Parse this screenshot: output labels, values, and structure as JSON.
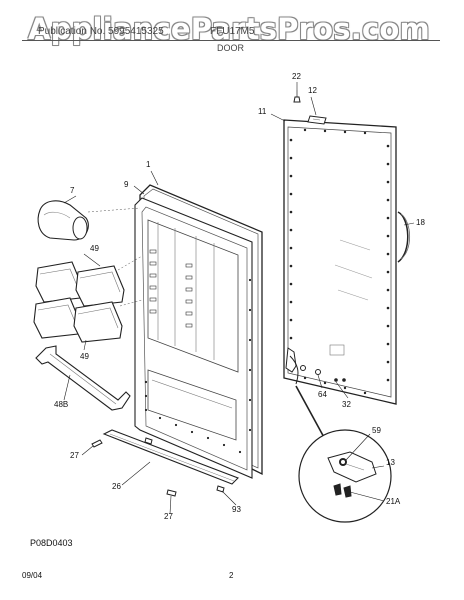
{
  "watermark": "AppliancePartsPros.com",
  "header": {
    "left_text": "Publication No. 5995415325",
    "right_text": "FFU17M5",
    "section_title": "DOOR"
  },
  "callouts": {
    "c1": "1",
    "c7": "7",
    "c9": "9",
    "c11": "11",
    "c12": "12",
    "c13": "13",
    "c18": "18",
    "c21a": "21A",
    "c22": "22",
    "c26": "26",
    "c27a": "27",
    "c27b": "27",
    "c32": "32",
    "c48b": "48B",
    "c49a": "49",
    "c49b": "49",
    "c59": "59",
    "c64": "64",
    "c93": "93"
  },
  "diagram_code": "P08D0403",
  "footer": {
    "date": "09/04",
    "page": "2"
  }
}
